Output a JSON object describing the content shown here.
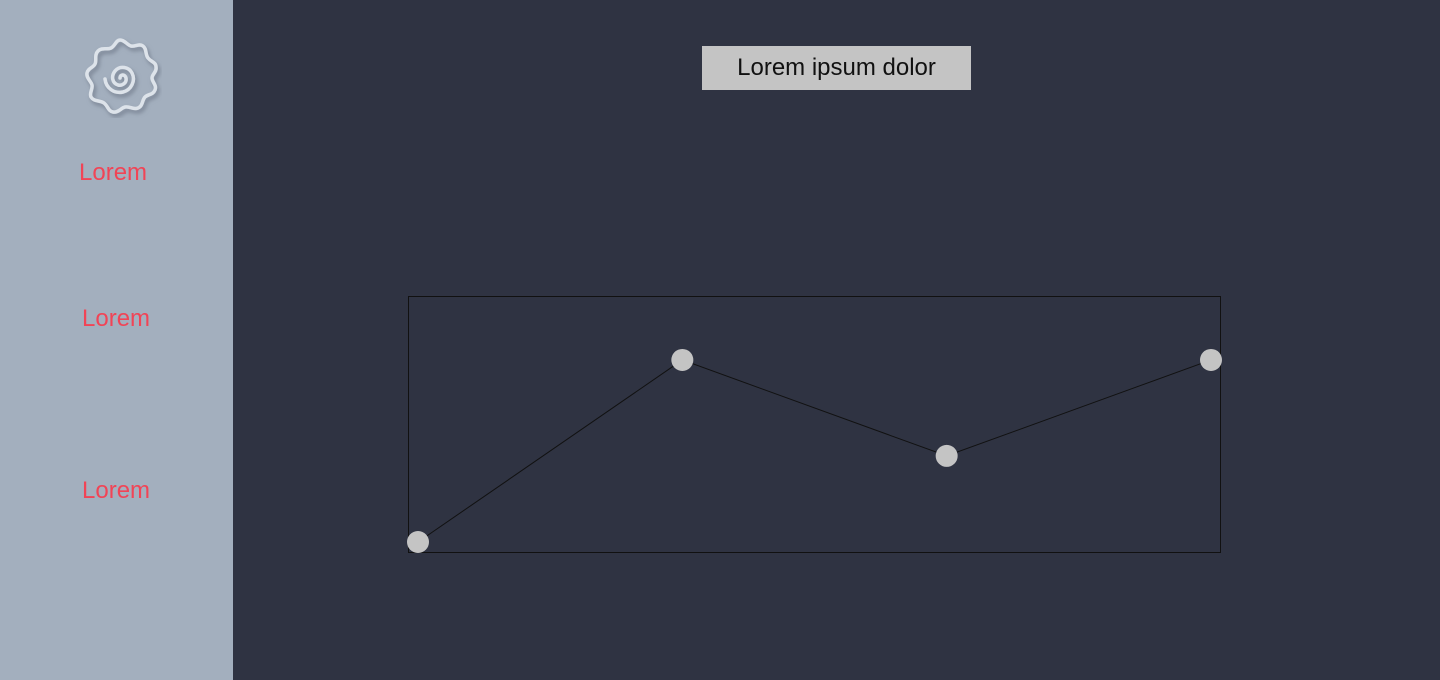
{
  "sidebar": {
    "logo_icon": "swirl-gear-icon",
    "items": [
      {
        "label": "Lorem"
      },
      {
        "label": "Lorem"
      },
      {
        "label": "Lorem"
      }
    ],
    "item_color": "#f14456",
    "background": "#a3afbe"
  },
  "header": {
    "title": "Lorem ipsum dolor"
  },
  "colors": {
    "main_background": "#2f3342",
    "title_background": "#c4c4c4",
    "point_color": "#c4c4c4",
    "line_color": "#111111"
  },
  "chart_data": {
    "type": "line",
    "title": "",
    "xlabel": "",
    "ylabel": "",
    "grid": false,
    "x": [
      0,
      1,
      2,
      3
    ],
    "values": [
      0.0,
      0.74,
      0.35,
      0.74
    ],
    "ylim": [
      0,
      1
    ]
  }
}
